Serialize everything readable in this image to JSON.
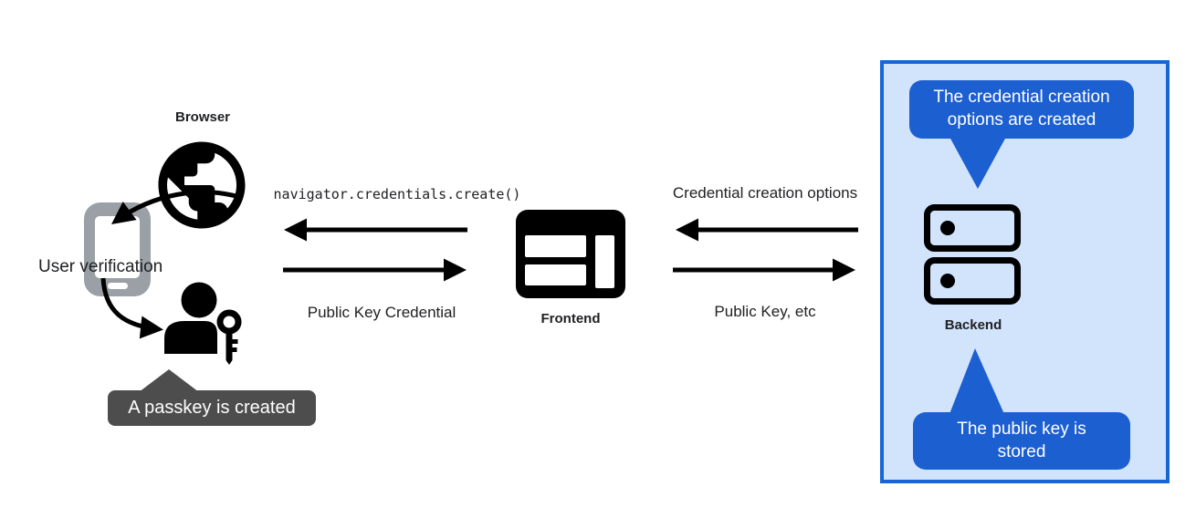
{
  "diagram": {
    "actors": {
      "browser_label": "Browser",
      "user_verification_label": "User verification",
      "frontend_label": "Frontend",
      "backend_label": "Backend"
    },
    "messages": {
      "create_call": "navigator.credentials.create()",
      "public_key_credential": "Public Key Credential",
      "credential_creation_options": "Credential creation options",
      "public_key_etc": "Public Key, etc"
    },
    "callouts": {
      "passkey_created": "A passkey is created",
      "options_created": "The credential creation\noptions are created",
      "public_key_stored": "The public key is\nstored"
    },
    "icons": {
      "browser": "globe-icon",
      "authenticator": "phone-icon",
      "passkey": "user-with-key-icon",
      "frontend": "browser-window-icon",
      "backend": "server-stack-icon"
    },
    "colors": {
      "callout_dark_bg": "#4d4d4d",
      "callout_blue_bg": "#1b5fd1",
      "backend_box_border": "#1766d4",
      "backend_box_bg": "#d2e3fc",
      "phone_gray": "#9aa0a6",
      "ink": "#202124",
      "arrow": "#000000"
    }
  }
}
